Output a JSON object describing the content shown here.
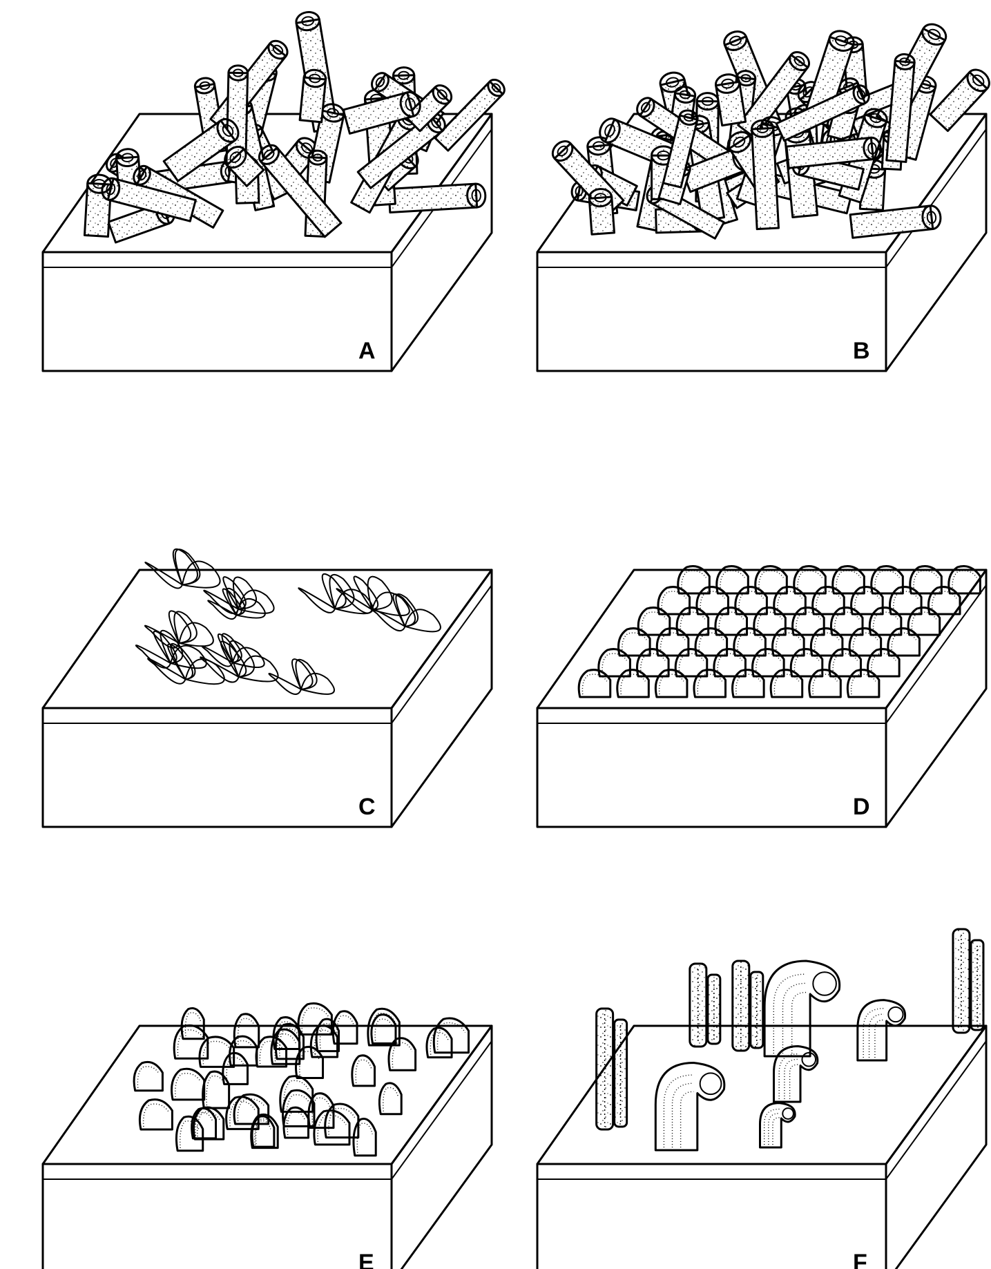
{
  "panels": [
    {
      "id": "A",
      "label": "A",
      "organism": "tubes-loose"
    },
    {
      "id": "B",
      "label": "B",
      "organism": "tubes-dense"
    },
    {
      "id": "C",
      "label": "C",
      "organism": "leaf-clusters"
    },
    {
      "id": "D",
      "label": "D",
      "organism": "plate-rows"
    },
    {
      "id": "E",
      "label": "E",
      "organism": "plate-thickets"
    },
    {
      "id": "F",
      "label": "F",
      "organism": "erect-and-curled-forms"
    }
  ],
  "colors": {
    "ink": "#000000",
    "paper": "#ffffff"
  }
}
